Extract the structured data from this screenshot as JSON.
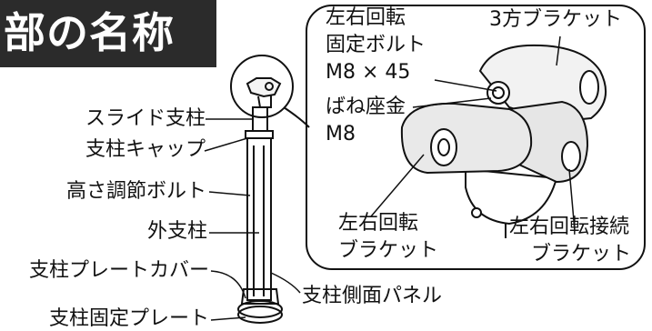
{
  "title": "部の名称",
  "left_labels": {
    "slide_post": "スライド支柱",
    "post_cap": "支柱キャップ",
    "height_bolt": "高さ調節ボルト",
    "outer_post": "外支柱",
    "plate_cover": "支柱プレートカバー",
    "fixing_plate": "支柱固定プレート",
    "side_panel": "支柱側面パネル"
  },
  "inset_labels": {
    "lr_bolt_line1": "左右回転",
    "lr_bolt_line2": "固定ボルト",
    "lr_bolt_line3": "M8 × 45",
    "washer_line1": "ばね座金",
    "washer_line2": "M8",
    "three_way_bracket": "3方ブラケット",
    "lr_bracket_line1": "左右回転",
    "lr_bracket_line2": "ブラケット",
    "lr_joint_line1": "左右回転接続",
    "lr_joint_line2": "ブラケット"
  }
}
